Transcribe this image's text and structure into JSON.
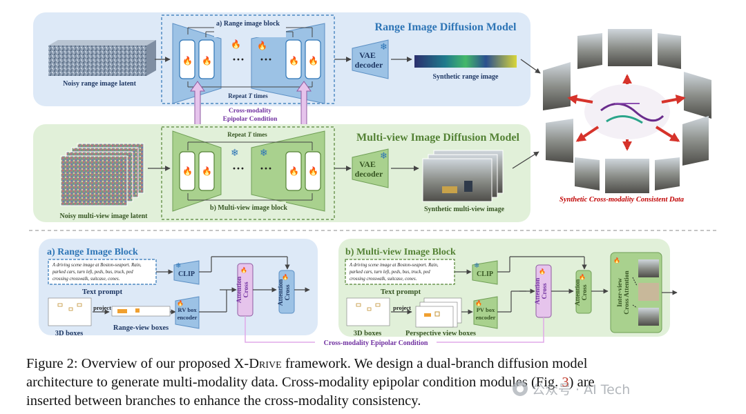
{
  "top": {
    "range_title": "Range Image Diffusion Model",
    "mv_title": "Multi-view Image Diffusion Model",
    "range_block_label": "a) Range image block",
    "mv_block_label": "b) Multi-view image block",
    "repeat_label_pre": "Repeat ",
    "repeat_label_t": "T",
    "repeat_label_post": " times",
    "cross_epipolar_line1": "Cross-modality",
    "cross_epipolar_line2": "Epipolar Condition",
    "noisy_range": "Noisy range image latent",
    "noisy_mv": "Noisy multi-view image latent",
    "vae": "VAE",
    "decoder": "decoder",
    "synthetic_range": "Synthetic range image",
    "synthetic_mv": "Synthetic multi-view image",
    "synthetic_consistent": "Synthetic Cross-modality Consistent Data",
    "dots": "···"
  },
  "bottom": {
    "range_block_title": "a) Range Image Block",
    "mv_block_title": "b) Multi-view Image Block",
    "prompt_line1": "A driving scene image at Boston-seaport. Rain,",
    "prompt_line2": "parked cars, turn left, peds, bus, truck, ped",
    "prompt_line3": "crossing crosswalk, suitcase, cones.",
    "text_prompt": "Text prompt",
    "clip": "CLIP",
    "boxes_3d": "3D boxes",
    "project": "project",
    "range_view_boxes": "Range-view boxes",
    "perspective_view_boxes": "Perspective view boxes",
    "rv_encoder_line1": "RV box",
    "rv_encoder_line2": "encoder",
    "pv_encoder_line1": "PV box",
    "pv_encoder_line2": "encoder",
    "cross": "Cross",
    "attention": "Attention",
    "inter_view_line1": "Inter-view",
    "inter_view_line2": "Cross Attention",
    "cross_epipolar": "Cross-modality  Epipolar Condition"
  },
  "caption": {
    "prefix": "Figure 2: Overview of our proposed X-",
    "drive": "Drive",
    "line1_rest": " framework. We design a dual-branch diffusion model",
    "line2": "architecture to generate multi-modality data. Cross-modality epipolar condition modules (Fig. ",
    "fig_ref": "3",
    "line2_end": ") are",
    "line3": "inserted between branches to enhance the cross-modality consistency."
  },
  "watermark": "公众号 · AI Tech",
  "colors": {
    "range_panel": "#dde9f7",
    "mv_panel": "#e1f0d9",
    "range_block": "#9cc2e5",
    "mv_block": "#a9d18e",
    "title_blue": "#2e75b6",
    "title_green": "#548235",
    "epipolar_pink": "#e6c4ec",
    "dark_red": "#c00000"
  }
}
